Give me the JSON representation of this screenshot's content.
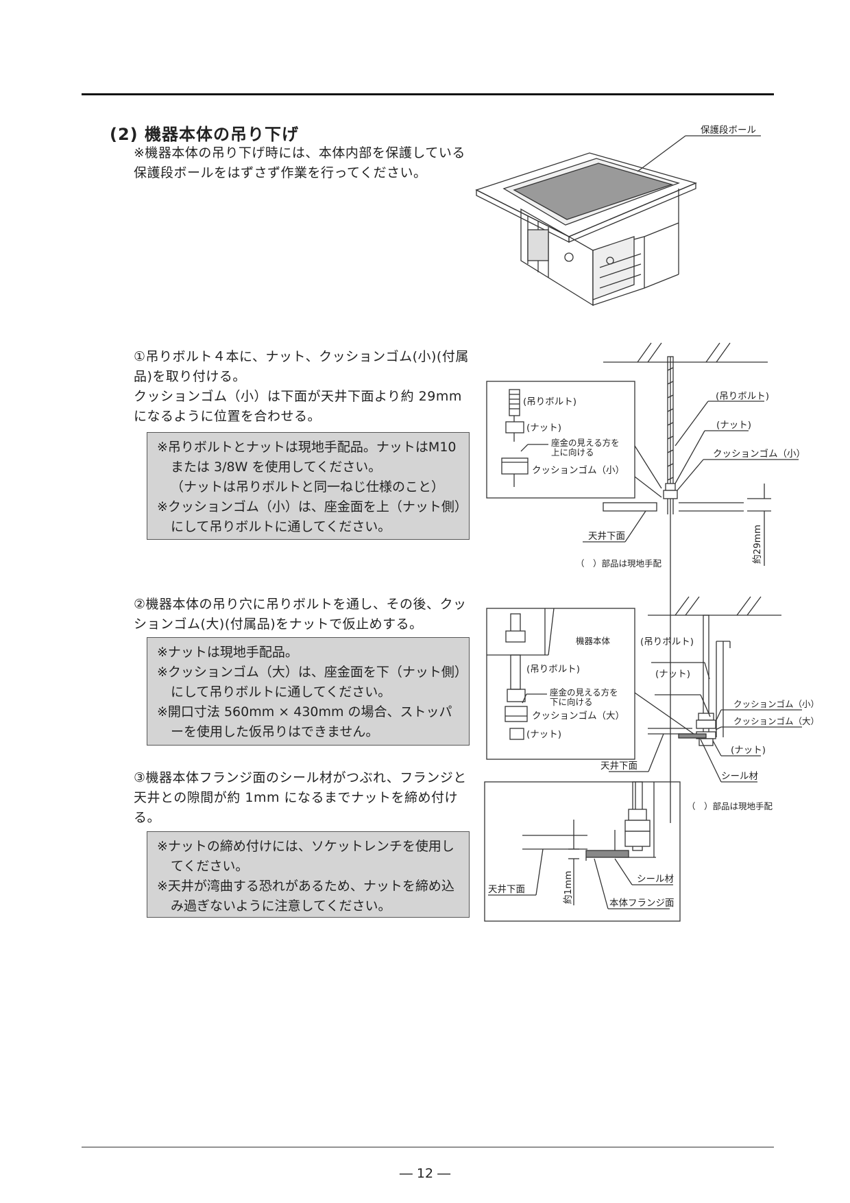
{
  "section_title": "(2) 機器本体の吊り下げ",
  "intro_note": "※機器本体の吊り下げ時には、本体内部を保護している保護段ボールをはずさず作業を行ってください。",
  "fig1_label": "保護段ボール",
  "step1": {
    "text": "①吊りボルト４本に、ナット、クッションゴム(小)(付属品)を取り付ける。\nクッションゴム（小）は下面が天井下面より約 29mm になるように位置を合わせる。",
    "notes": [
      "※吊りボルトとナットは現地手配品。ナットはM10 または 3/8W を使用してください。",
      "（ナットは吊りボルトと同一ねじ仕様のこと）",
      "※クッションゴム（小）は、座金面を上（ナット側）にして吊りボルトに通してください。"
    ]
  },
  "fig2": {
    "inset_bolt": "(吊りボルト)",
    "inset_nut": "(ナット)",
    "inset_washer_1": "座金の見える方を",
    "inset_washer_2": "上に向ける",
    "inset_cushion": "クッションゴム（小）",
    "bolt": "(吊りボルト)",
    "nut": "(ナット)",
    "cushion": "クッションゴム（小）",
    "ceiling": "天井下面",
    "dim": "約29mm",
    "footnote": "（　）部品は現地手配"
  },
  "step2": {
    "text": "②機器本体の吊り穴に吊りボルトを通し、その後、クッションゴム(大)(付属品)をナットで仮止めする。",
    "notes": [
      "※ナットは現地手配品。",
      "※クッションゴム（大）は、座金面を下（ナット側）にして吊りボルトに通してください。",
      "※開口寸法 560mm × 430mm の場合、ストッパーを使用した仮吊りはできません。"
    ]
  },
  "fig3": {
    "body": "機器本体",
    "inset_bolt": "(吊りボルト)",
    "inset_washer_1": "座金の見える方を",
    "inset_washer_2": "下に向ける",
    "inset_cushion": "クッションゴム（大）",
    "inset_nut": "(ナット)",
    "bolt": "(吊りボルト)",
    "nut_top": "(ナット)",
    "cushion_s": "クッションゴム（小）",
    "cushion_l": "クッションゴム（大）",
    "nut_bottom": "(ナット)",
    "ceiling": "天井下面",
    "seal": "シール材",
    "footnote": "（　）部品は現地手配"
  },
  "step3": {
    "text": "③機器本体フランジ面のシール材がつぶれ、フランジと天井との隙間が約 1mm になるまでナットを締め付ける。",
    "notes": [
      "※ナットの締め付けには、ソケットレンチを使用してください。",
      "※天井が湾曲する恐れがあるため、ナットを締め込み過ぎないように注意してください。"
    ]
  },
  "fig4": {
    "ceiling": "天井下面",
    "dim": "約1mm",
    "seal": "シール材",
    "flange": "本体フランジ面"
  },
  "page_number": "― 12 ―"
}
